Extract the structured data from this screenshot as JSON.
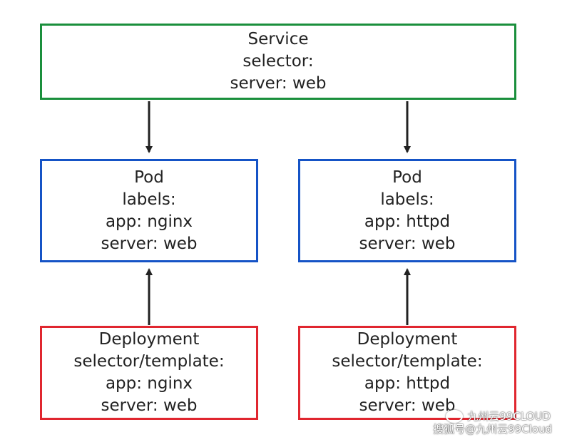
{
  "colors": {
    "service": "#1a8f3c",
    "pod": "#1553c6",
    "deployment": "#e0262f",
    "arrow": "#222222"
  },
  "service": {
    "title": "Service",
    "line1": "selector:",
    "line2": "server: web"
  },
  "pods": [
    {
      "title": "Pod",
      "line1": "labels:",
      "line2": "app: nginx",
      "line3": "server: web"
    },
    {
      "title": "Pod",
      "line1": "labels:",
      "line2": "app: httpd",
      "line3": "server: web"
    }
  ],
  "deployments": [
    {
      "title": "Deployment",
      "line1": "selector/template:",
      "line2": "app: nginx",
      "line3": "server: web"
    },
    {
      "title": "Deployment",
      "line1": "selector/template:",
      "line2": "app: httpd",
      "line3": "server: web"
    }
  ],
  "watermark": {
    "icon": "wechat-icon",
    "line1": "九州云99CLOUD",
    "line2": "搜狐号@九州云99Cloud"
  }
}
